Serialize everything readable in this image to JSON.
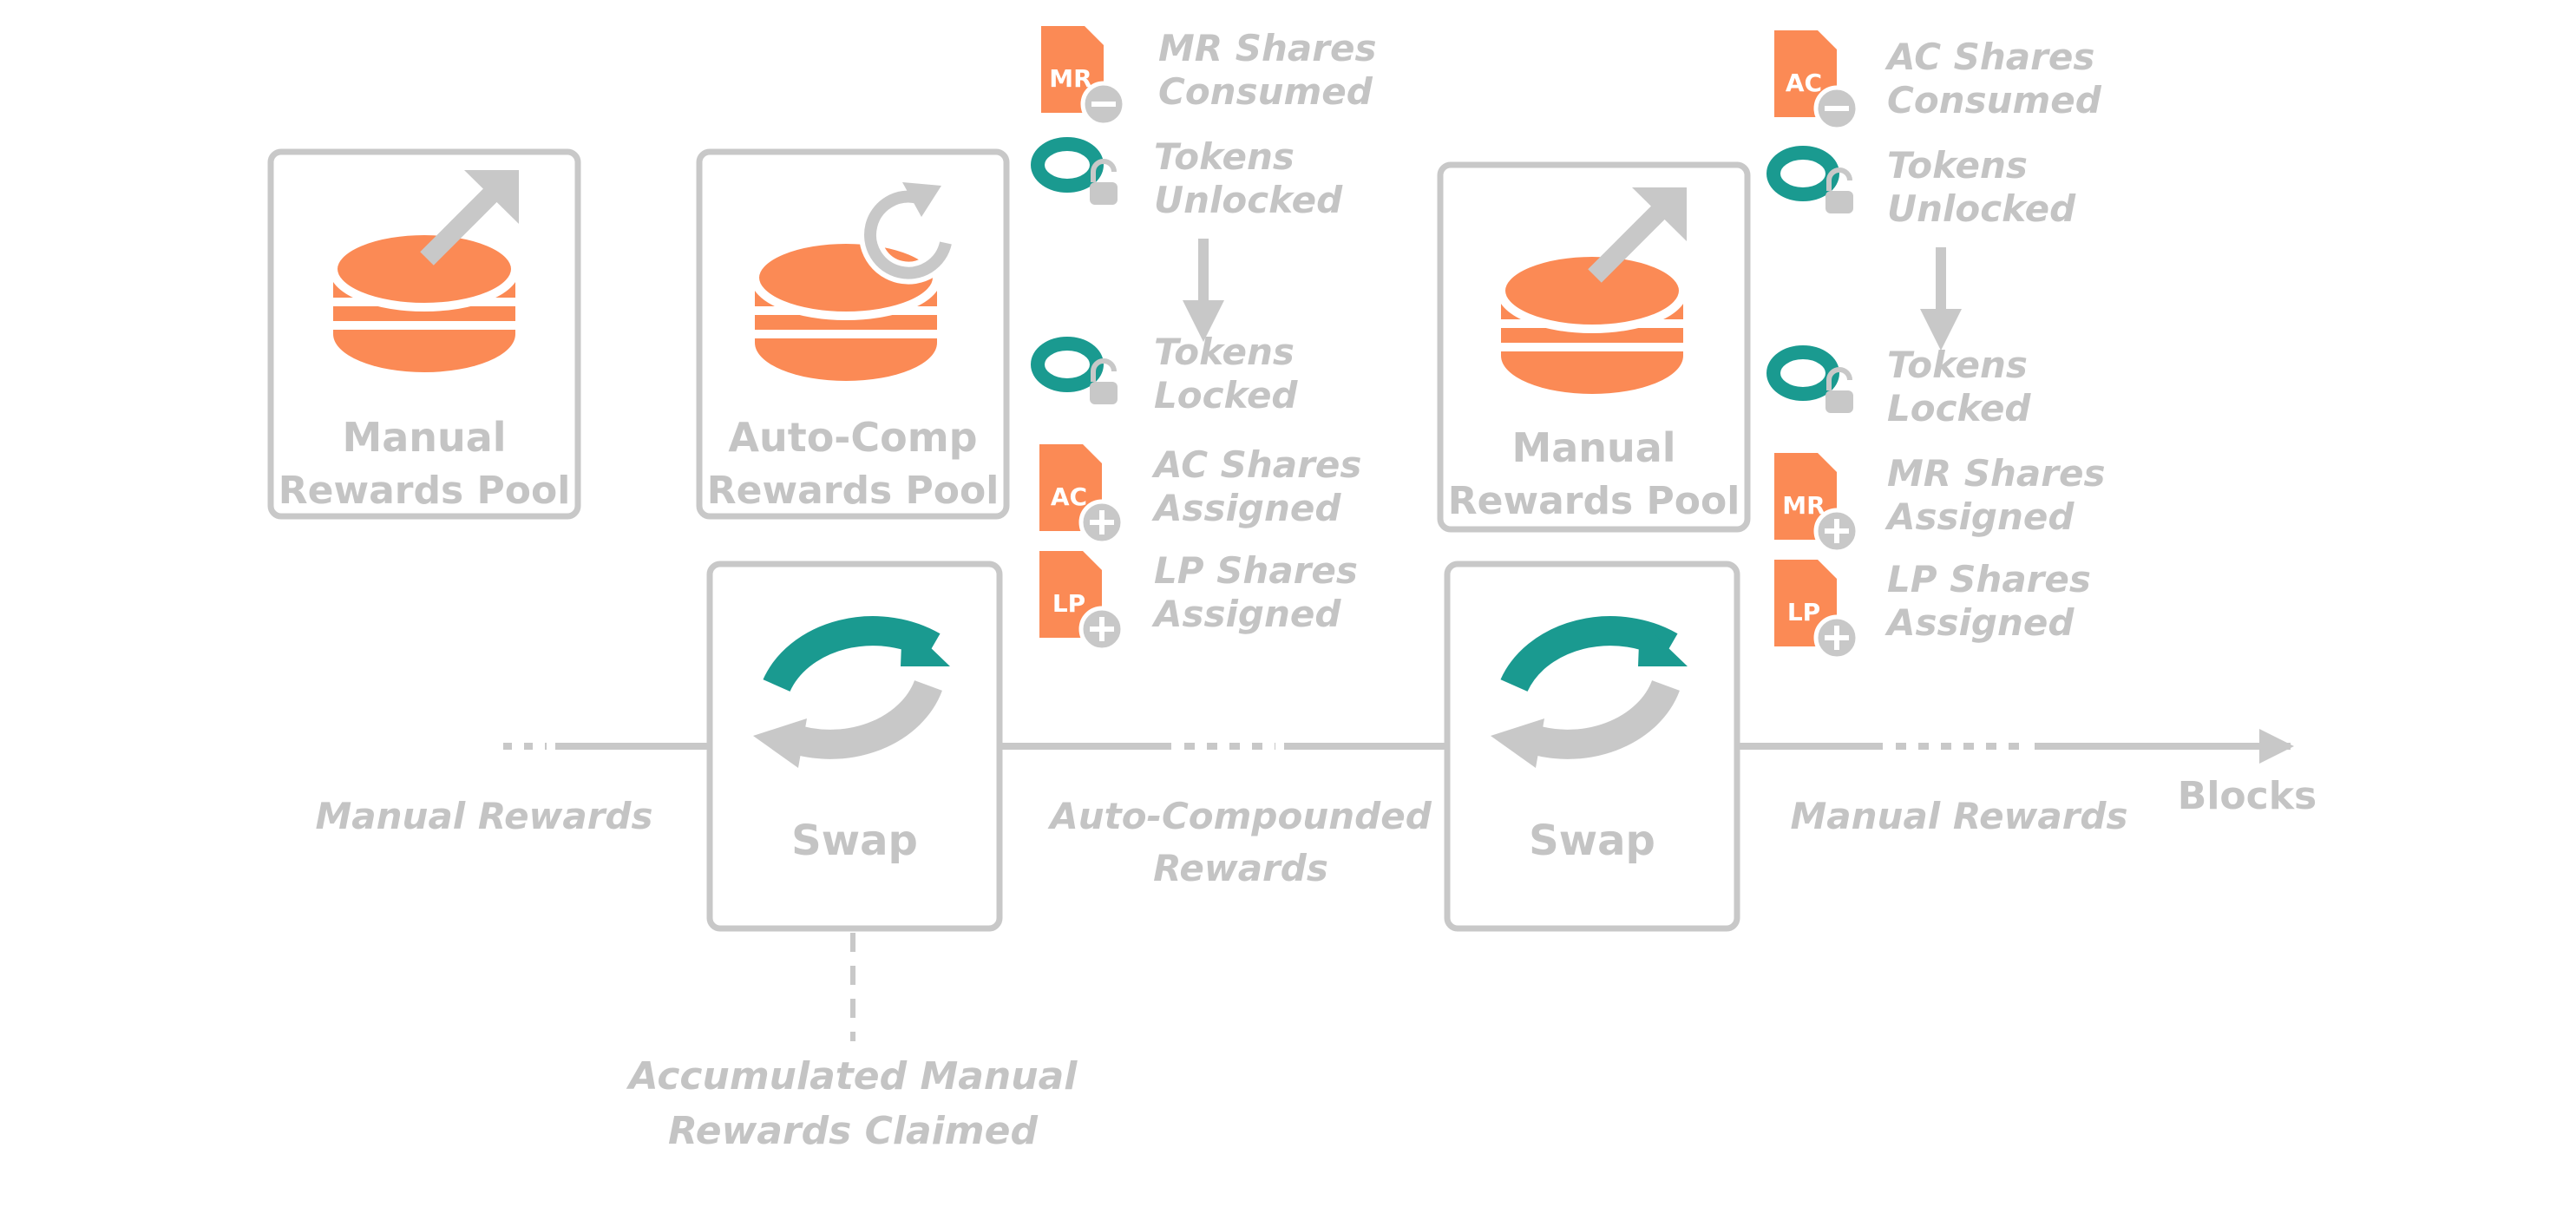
{
  "colors": {
    "accent_orange": "#fb8a55",
    "accent_teal": "#1a9a90",
    "neutral_gray": "#c8c8c8",
    "text_gray": "#c4c4c4"
  },
  "icons": {
    "pool": "stacked-coins-icon",
    "swap": "swap-cycle-icon",
    "export": "export-arrow-icon",
    "refresh": "refresh-icon",
    "shares": "document-icon",
    "token": "token-lock-icon"
  },
  "pools": [
    {
      "line1": "Manual",
      "line2": "Rewards Pool"
    },
    {
      "line1": "Auto-Comp",
      "line2": "Rewards Pool"
    },
    {
      "line1": "Manual",
      "line2": "Rewards Pool"
    }
  ],
  "swaps": [
    {
      "label": "Swap"
    },
    {
      "label": "Swap"
    }
  ],
  "left_actions": [
    {
      "code": "MR",
      "line1": "MR Shares",
      "line2": "Consumed"
    },
    {
      "code": "",
      "line1": "Tokens",
      "line2": "Unlocked"
    },
    {
      "code": "",
      "line1": "Tokens",
      "line2": "Locked"
    },
    {
      "code": "AC",
      "line1": "AC Shares",
      "line2": "Assigned"
    },
    {
      "code": "LP",
      "line1": "LP Shares",
      "line2": "Assigned"
    }
  ],
  "right_actions": [
    {
      "code": "AC",
      "line1": "AC Shares",
      "line2": "Consumed"
    },
    {
      "code": "",
      "line1": "Tokens",
      "line2": "Unlocked"
    },
    {
      "code": "",
      "line1": "Tokens",
      "line2": "Locked"
    },
    {
      "code": "MR",
      "line1": "MR Shares",
      "line2": "Assigned"
    },
    {
      "code": "LP",
      "line1": "LP Shares",
      "line2": "Assigned"
    }
  ],
  "timeline": {
    "segment1": "Manual Rewards",
    "segment2_line1": "Auto-Compounded",
    "segment2_line2": "Rewards",
    "segment3": "Manual Rewards",
    "axis_label": "Blocks"
  },
  "claim": {
    "line1": "Accumulated Manual",
    "line2": "Rewards Claimed"
  }
}
